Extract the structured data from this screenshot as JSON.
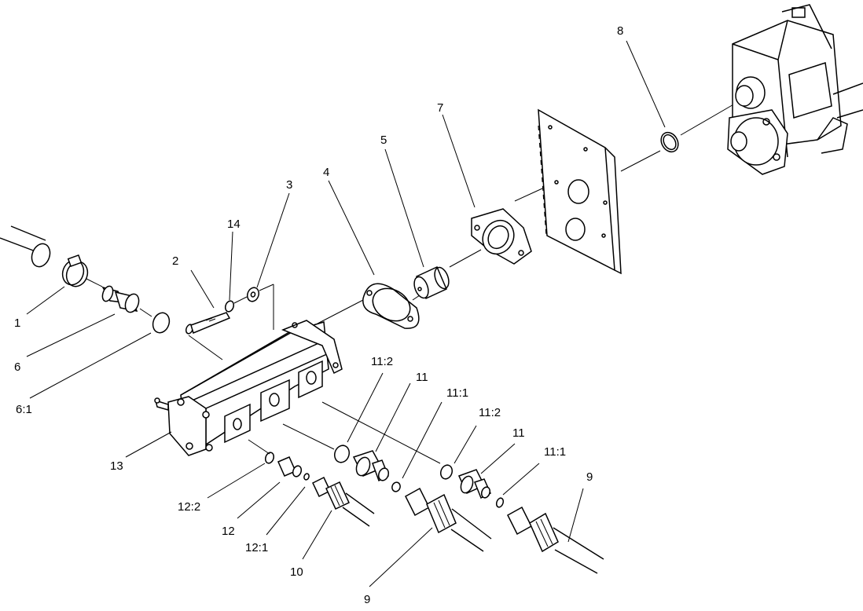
{
  "callouts": [
    {
      "id": "1",
      "label": "1"
    },
    {
      "id": "2",
      "label": "2"
    },
    {
      "id": "3",
      "label": "3"
    },
    {
      "id": "4",
      "label": "4"
    },
    {
      "id": "5",
      "label": "5"
    },
    {
      "id": "6",
      "label": "6"
    },
    {
      "id": "6_1",
      "label": "6:1"
    },
    {
      "id": "7",
      "label": "7"
    },
    {
      "id": "8",
      "label": "8"
    },
    {
      "id": "9a",
      "label": "9"
    },
    {
      "id": "9b",
      "label": "9"
    },
    {
      "id": "10",
      "label": "10"
    },
    {
      "id": "11a",
      "label": "11"
    },
    {
      "id": "11b",
      "label": "11"
    },
    {
      "id": "11_1a",
      "label": "11:1"
    },
    {
      "id": "11_1b",
      "label": "11:1"
    },
    {
      "id": "11_2a",
      "label": "11:2"
    },
    {
      "id": "11_2b",
      "label": "11:2"
    },
    {
      "id": "12",
      "label": "12"
    },
    {
      "id": "12_1",
      "label": "12:1"
    },
    {
      "id": "12_2",
      "label": "12:2"
    },
    {
      "id": "13",
      "label": "13"
    },
    {
      "id": "14",
      "label": "14"
    }
  ]
}
